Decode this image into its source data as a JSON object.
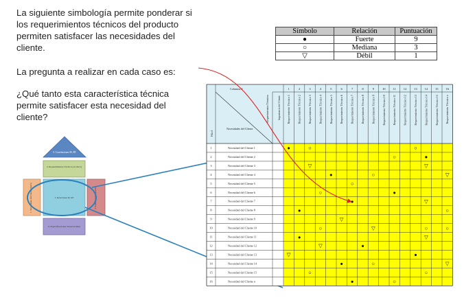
{
  "intro": {
    "paragraph": "La siguiente simbología permite ponderar si los requerimientos técnicos del producto permiten satisfacer las necesidades del cliente.",
    "question_intro": "La pregunta a realizar en cada caso es:",
    "question": "¿Qué tanto esta característica técnica permite satisfacer esta necesidad del cliente?"
  },
  "legend": {
    "headers": [
      "Símbolo",
      "Relación",
      "Puntuación"
    ],
    "rows": [
      {
        "symbol": "●",
        "relation": "Fuerte",
        "score": "9"
      },
      {
        "symbol": "○",
        "relation": "Mediana",
        "score": "3"
      },
      {
        "symbol": "▽",
        "relation": "Débil",
        "score": "1"
      }
    ]
  },
  "house": {
    "roof": "5. Correlaciones M. RT",
    "requirements": "2. Requerimientos Técnicos (Como's)",
    "left_wall": "1. Necesidades del Cliente (Qué's)",
    "center": "3. Relaciones M. RT",
    "right_wall": "4. Evaluación Competitiva",
    "base": "6. Especificaciones Técnicas Meta"
  },
  "matrix": {
    "corner_top": "Requerimientos Técnicos",
    "corner_bottom": "Necesidades del Cliente",
    "row_num_header": "Fila #",
    "columna_label": "Columna #",
    "importance_header": "Importancia del Cliente",
    "col_numbers": [
      "1",
      "2",
      "3",
      "4",
      "5",
      "6",
      "7",
      "8",
      "9",
      "10",
      "11",
      "12",
      "13",
      "14",
      "15",
      "16"
    ],
    "col_labels": [
      "Requerimiento Técnico 1",
      "Requerimiento Técnico 2",
      "Requerimiento Técnico 3",
      "Requerimiento Técnico 4",
      "Requerimiento Técnico 5",
      "Requerimiento Técnico 6",
      "Requerimiento Técnico 7",
      "Requerimiento Técnico 8",
      "Requerimiento Técnico 9",
      "Requerimiento Técnico 10",
      "Requerimiento Técnico 11",
      "Requerimiento Técnico 12",
      "Requerimiento Técnico 13",
      "Requerimiento Técnico 14",
      "Requerimiento Técnico 15",
      "Requerimiento Técnico n"
    ],
    "rows": [
      {
        "num": "1",
        "label": "Necesidad del Cliente 1",
        "cells": [
          "●",
          "",
          "○",
          "",
          "",
          "",
          "",
          "",
          "",
          "",
          "",
          "",
          "○",
          "",
          "",
          ""
        ]
      },
      {
        "num": "2",
        "label": "Necesidad del Cliente 2",
        "cells": [
          "",
          "",
          "",
          "",
          "",
          "",
          "",
          "",
          "",
          "",
          "○",
          "",
          "",
          "●",
          "",
          ""
        ]
      },
      {
        "num": "3",
        "label": "Necesidad del Cliente 3",
        "cells": [
          "",
          "",
          "▽",
          "",
          "",
          "",
          "",
          "",
          "",
          "",
          "",
          "",
          "",
          "▽",
          "",
          ""
        ]
      },
      {
        "num": "4",
        "label": "Necesidad del Cliente 4",
        "cells": [
          "",
          "",
          "",
          "",
          "●",
          "",
          "",
          "",
          "○",
          "",
          "",
          "",
          "",
          "",
          "",
          "▽"
        ]
      },
      {
        "num": "5",
        "label": "Necesidad del Cliente 5",
        "cells": [
          "",
          "",
          "",
          "",
          "",
          "",
          "○",
          "",
          "",
          "",
          "",
          "",
          "",
          "",
          "",
          ""
        ]
      },
      {
        "num": "6",
        "label": "Necesidad del Cliente 6",
        "cells": [
          "",
          "",
          "",
          "○",
          "",
          "",
          "",
          "",
          "",
          "",
          "●",
          "",
          "",
          "",
          "",
          ""
        ]
      },
      {
        "num": "7",
        "label": "Necesidad del Cliente 7",
        "cells": [
          "",
          "",
          "",
          "",
          "",
          "",
          "●",
          "",
          "",
          "",
          "",
          "",
          "",
          "▽",
          "",
          ""
        ]
      },
      {
        "num": "8",
        "label": "Necesidad del Cliente 8",
        "cells": [
          "",
          "●",
          "",
          "",
          "",
          "",
          "",
          "",
          "",
          "",
          "",
          "",
          "",
          "",
          "",
          "○"
        ]
      },
      {
        "num": "9",
        "label": "Necesidad del Cliente 9",
        "cells": [
          "",
          "",
          "",
          "",
          "",
          "▽",
          "",
          "",
          "",
          "",
          "",
          "",
          "",
          "",
          "",
          ""
        ]
      },
      {
        "num": "10",
        "label": "Necesidad del Cliente 10",
        "cells": [
          "",
          "",
          "",
          "○",
          "",
          "",
          "",
          "",
          "▽",
          "",
          "",
          "",
          "",
          "○",
          "",
          "○"
        ]
      },
      {
        "num": "11",
        "label": "Necesidad del Cliente 11",
        "cells": [
          "",
          "●",
          "",
          "",
          "",
          "",
          "",
          "",
          "",
          "",
          "",
          "",
          "",
          "▽",
          "",
          ""
        ]
      },
      {
        "num": "12",
        "label": "Necesidad del Cliente 12",
        "cells": [
          "",
          "",
          "",
          "▽",
          "",
          "",
          "",
          "●",
          "",
          "",
          "",
          "",
          "",
          "",
          "",
          ""
        ]
      },
      {
        "num": "13",
        "label": "Necesidad del Cliente 13",
        "cells": [
          "▽",
          "",
          "",
          "",
          "",
          "",
          "",
          "",
          "",
          "",
          "",
          "",
          "●",
          "",
          "",
          ""
        ]
      },
      {
        "num": "14",
        "label": "Necesidad del Cliente 14",
        "cells": [
          "",
          "",
          "",
          "",
          "",
          "●",
          "",
          "",
          "○",
          "",
          "",
          "",
          "",
          "",
          "",
          "▽"
        ]
      },
      {
        "num": "15",
        "label": "Necesidad del Cliente 15",
        "cells": [
          "",
          "",
          "○",
          "",
          "",
          "",
          "",
          "",
          "",
          "",
          "",
          "",
          "",
          "○",
          "",
          ""
        ]
      },
      {
        "num": "16",
        "label": "Necesidad del Cliente n",
        "cells": [
          "",
          "",
          "",
          "",
          "",
          "",
          "●",
          "",
          "",
          "",
          "○",
          "",
          "",
          "",
          "",
          ""
        ]
      }
    ]
  },
  "colors": {
    "grid_fill": "#ffff00",
    "header_fill": "#d9eef5",
    "arrow": "#e02020",
    "connector": "#2a7fbd",
    "roof": "#5a86c2",
    "requirements": "#c6d79a",
    "left_wall": "#f3b98a",
    "center": "#8fcfe0",
    "right_wall": "#d48a8a",
    "base": "#a49bd3"
  }
}
